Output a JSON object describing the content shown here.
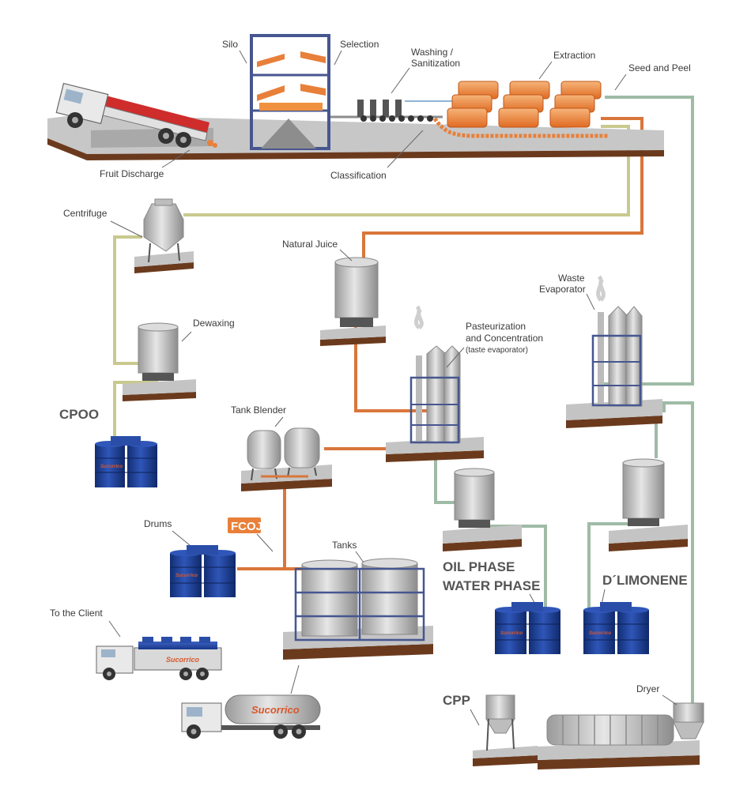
{
  "labels": {
    "silo": "Silo",
    "selection": "Selection",
    "washing_line1": "Washing /",
    "washing_line2": "Sanitization",
    "extraction": "Extraction",
    "seed_peel": "Seed and Peel",
    "fruit_discharge": "Fruit Discharge",
    "classification": "Classification",
    "centrifuge": "Centrifuge",
    "natural_juice": "Natural Juice",
    "waste_line1": "Waste",
    "waste_line2": "Evaporator",
    "dewaxing": "Dewaxing",
    "past_line1": "Pasteurization",
    "past_line2": "and Concentration",
    "past_line3": "(taste evaporator)",
    "cpoo": "CPOO",
    "tank_blender": "Tank Blender",
    "fcoj": "FCOJ",
    "drums": "Drums",
    "tanks": "Tanks",
    "oil_phase": "OIL PHASE",
    "water_phase": "WATER PHASE",
    "d_limonene": "D´LIMONENE",
    "to_client": "To the Client",
    "cpp": "CPP",
    "dryer": "Dryer"
  },
  "brand": {
    "name": "Sucorrico"
  },
  "colors": {
    "juice_pipe": "#d9763b",
    "cream_pipe": "#c9c98f",
    "peel_pipe": "#9fbba6",
    "drum_blue": "#1a3f95",
    "ground": "#bdbdbd",
    "soil": "#6b3a1d",
    "steel": "#46568f",
    "orange": "#e8803a"
  },
  "icons": [
    "truck-icon",
    "silo-icon",
    "extractor-icon",
    "centrifuge-icon",
    "tank-icon",
    "evaporator-icon",
    "drum-icon",
    "dryer-icon"
  ]
}
